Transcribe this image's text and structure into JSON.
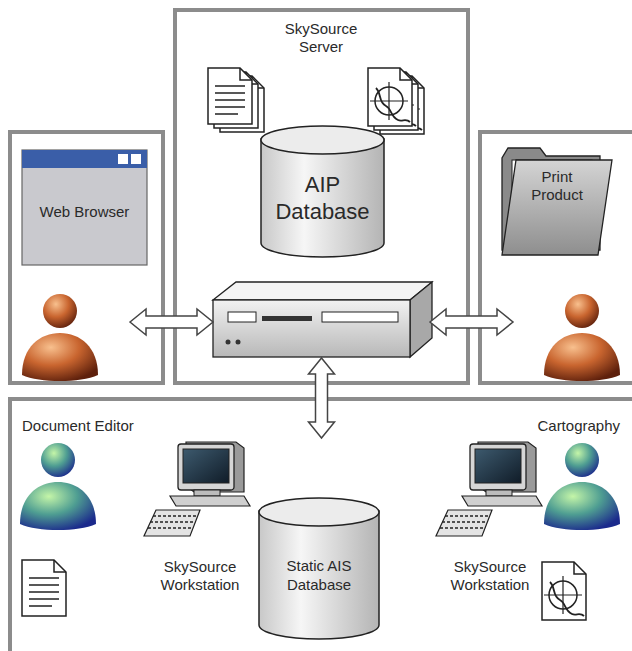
{
  "diagram": {
    "nodes": [
      {
        "text": [
          "Web Browser"
        ]
      },
      {
        "text": [
          "SkySource Server"
        ]
      },
      {
        "text": [
          "AIP Database"
        ],
        "in": 1
      },
      {
        "text": [
          "Print Product"
        ]
      },
      {
        "text": [
          "Document Editor",
          "Cartography"
        ]
      },
      {
        "text": [
          "Static AIS Database"
        ],
        "in": 4
      }
    ],
    "edges": [
      {
        "from": 0,
        "to": 1,
        "arrow": "both"
      },
      {
        "from": 1,
        "to": 3,
        "arrow": "both"
      },
      {
        "from": 1,
        "to": 4,
        "arrow": "both"
      }
    ],
    "labels": [
      "SkySource Workstation",
      "SkySource Workstation"
    ]
  }
}
